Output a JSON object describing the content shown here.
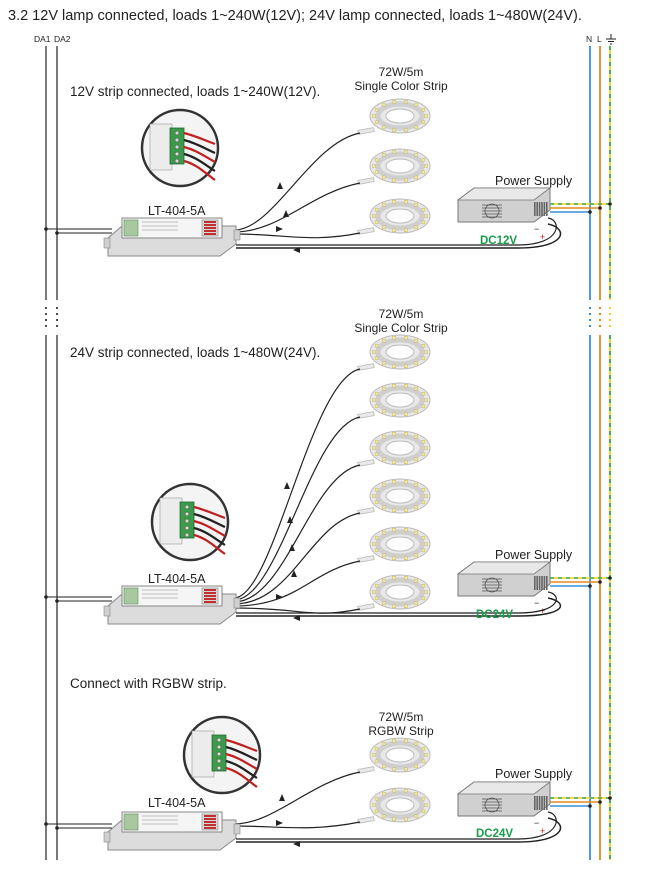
{
  "title": "3.2 12V lamp connected, loads 1~240W(12V); 24V lamp connected, loads 1~480W(24V).",
  "bus_left": {
    "da1": "DA1",
    "da2": "DA2"
  },
  "bus_right": {
    "n": "N",
    "l": "L",
    "ground": "ground-symbol"
  },
  "wire_colors": {
    "n": "#3a8fd6",
    "l": "#e08a1e",
    "earth": "#f0d020",
    "earth_stripe": "#3aa856",
    "load": "#222222",
    "strip": "#e8e8e8",
    "led": "#f2e8a8"
  },
  "sections": [
    {
      "heading": "12V strip connected, loads 1~240W(12V).",
      "controller": "LT-404-5A",
      "strip_label_1": "72W/5m",
      "strip_label_2": "Single Color Strip",
      "strip_count": 3,
      "power_supply": "Power Supply",
      "voltage": "DC12V"
    },
    {
      "heading": "24V strip connected, loads 1~480W(24V).",
      "controller": "LT-404-5A",
      "strip_label_1": "72W/5m",
      "strip_label_2": "Single Color Strip",
      "strip_count": 6,
      "power_supply": "Power Supply",
      "voltage": "DC24V"
    },
    {
      "heading": "Connect with RGBW strip.",
      "controller": "LT-404-5A",
      "strip_label_1": "72W/5m",
      "strip_label_2": "RGBW Strip",
      "strip_count": 2,
      "power_supply": "Power Supply",
      "voltage": "DC24V"
    }
  ]
}
